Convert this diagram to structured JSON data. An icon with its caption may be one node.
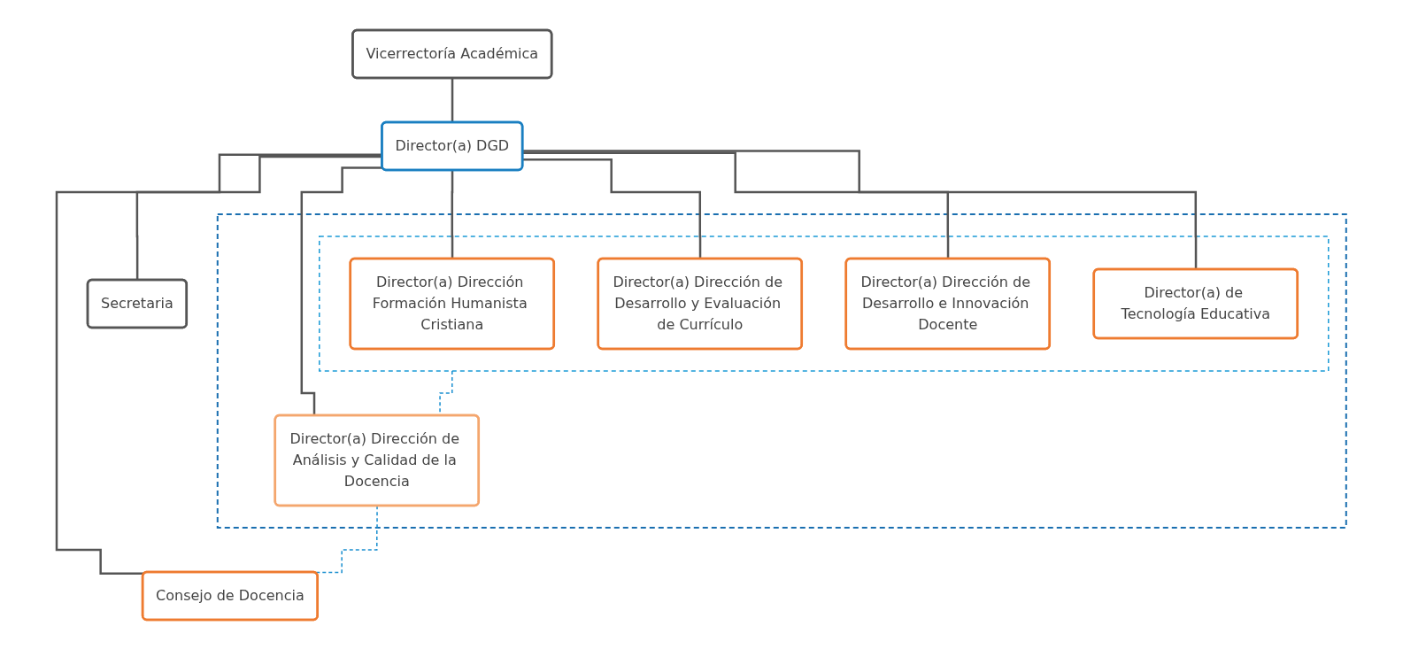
{
  "diagram": {
    "nodes": [
      {
        "text": [
          "Vicerrectoría Académica"
        ]
      },
      {
        "text": [
          "Director(a) DGD"
        ]
      },
      {
        "text": [
          "Secretaria"
        ]
      },
      {
        "text": [],
        "shape": "box"
      },
      {
        "text": [],
        "shape": "box",
        "in": 3
      },
      {
        "text": [
          "Director(a) Dirección Formación Humanista Cristiana"
        ],
        "in": 4
      },
      {
        "text": [
          "Director(a) Dirección de Desarrollo y Evaluación de Currículo"
        ],
        "in": 4
      },
      {
        "text": [
          "Director(a) Dirección de Desarrollo e Innovación Docente"
        ],
        "in": 4
      },
      {
        "text": [
          "Director(a) de Tecnología Educativa"
        ],
        "in": 4
      },
      {
        "text": [
          "Director(a) Dirección de Análisis y Calidad de la Docencia"
        ],
        "in": 3
      },
      {
        "text": [
          "Consejo de Docencia"
        ]
      }
    ],
    "edges": [
      {
        "from": 0,
        "to": 1,
        "arrow": "none"
      },
      {
        "from": 1,
        "to": 2,
        "arrow": "none"
      },
      {
        "from": 1,
        "to": 5,
        "arrow": "none"
      },
      {
        "from": 1,
        "to": 6,
        "arrow": "none"
      },
      {
        "from": 1,
        "to": 7,
        "arrow": "none"
      },
      {
        "from": 1,
        "to": 8,
        "arrow": "none"
      },
      {
        "from": 1,
        "to": 9,
        "arrow": "none"
      },
      {
        "from": 1,
        "to": 10,
        "arrow": "none"
      },
      {
        "from": 4,
        "to": 9,
        "arrow": "none",
        "style": "dashed",
        "color": "#1a8fd0"
      },
      {
        "from": 9,
        "to": 10,
        "arrow": "none",
        "style": "dashed",
        "color": "#1a8fd0"
      }
    ]
  }
}
